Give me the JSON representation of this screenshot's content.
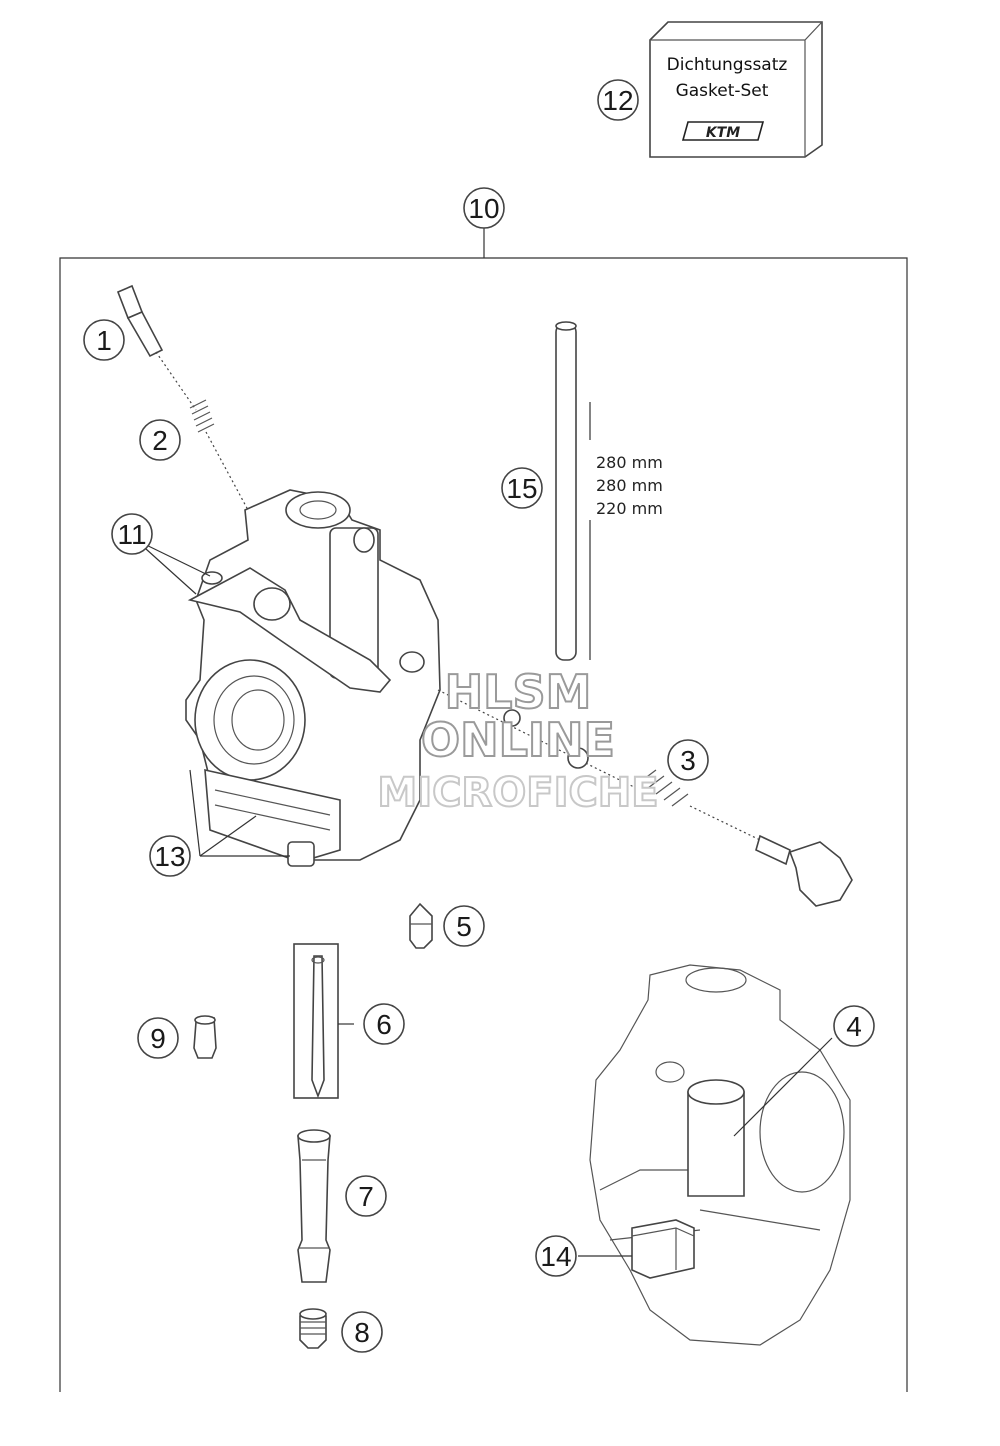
{
  "gasket_box": {
    "line1": "Dichtungssatz",
    "line2": "Gasket-Set",
    "logo": "KTM"
  },
  "dimensions": [
    "280 mm",
    "280 mm",
    "220 mm"
  ],
  "callouts": {
    "c1": "1",
    "c2": "2",
    "c3": "3",
    "c4": "4",
    "c5": "5",
    "c6": "6",
    "c7": "7",
    "c8": "8",
    "c9": "9",
    "c10": "10",
    "c11": "11",
    "c12": "12",
    "c13": "13",
    "c14": "14",
    "c15": "15"
  },
  "watermark": {
    "line1": "HLSM",
    "line2": "ONLINE",
    "line3": "MICROFICHE"
  }
}
